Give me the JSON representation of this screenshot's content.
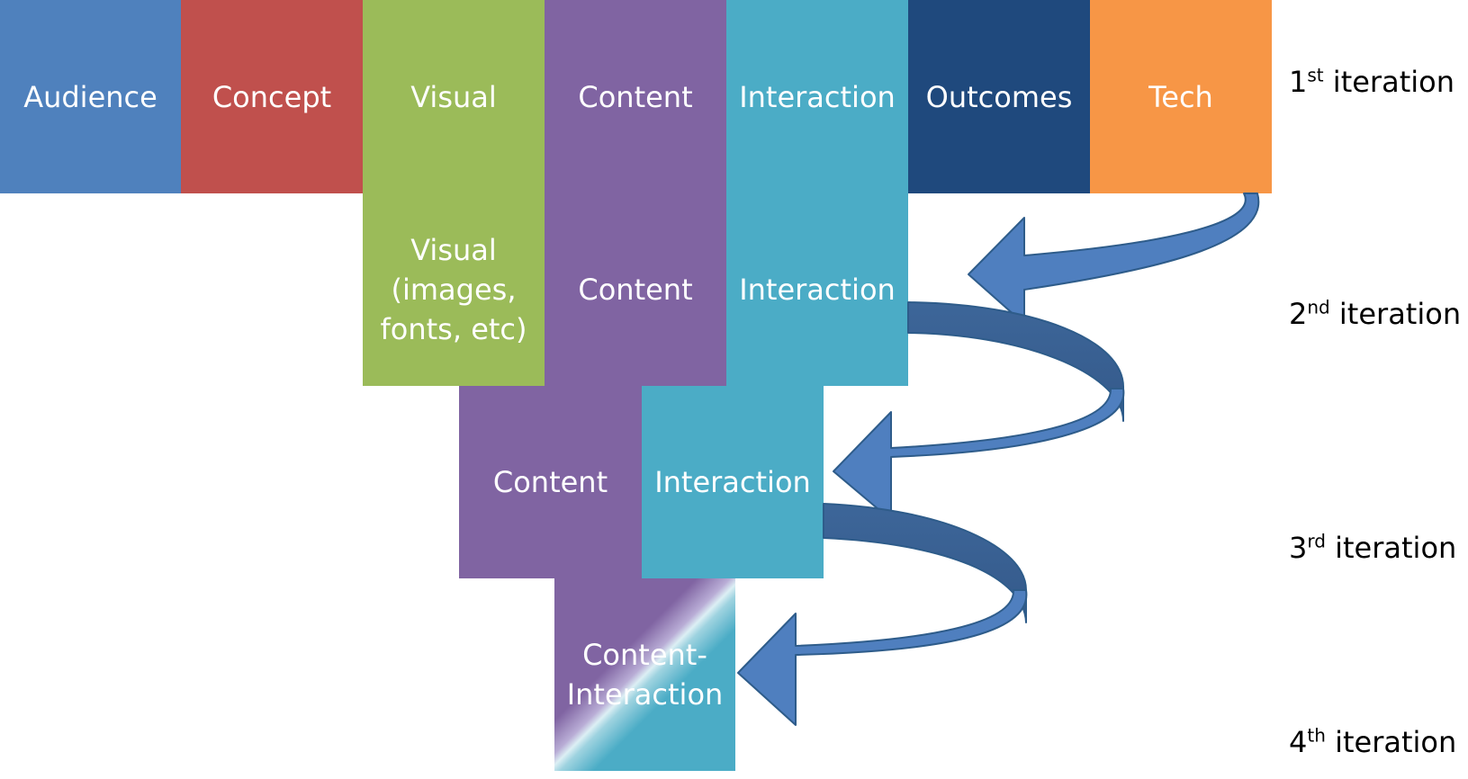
{
  "colors": {
    "audience": "#4F81BD",
    "concept": "#C0504D",
    "visual": "#9BBB59",
    "content": "#8064A2",
    "interaction": "#4BACC6",
    "outcomes": "#1F497D",
    "tech": "#F79646",
    "arrow": "#4F7FBF",
    "arrow_dark": "#3D6699",
    "arrow_stroke": "#2E5C8A"
  },
  "row1": {
    "audience": "Audience",
    "concept": "Concept",
    "visual": "Visual",
    "content": "Content",
    "interaction": "Interaction",
    "outcomes": "Outcomes",
    "tech": "Tech"
  },
  "row2": {
    "visual": "Visual\n(images,\nfonts, etc)",
    "content": "Content",
    "interaction": "Interaction"
  },
  "row3": {
    "content": "Content",
    "interaction": "Interaction"
  },
  "row4": {
    "content_interaction": "Content-\nInteraction"
  },
  "iterations": [
    {
      "number": "1",
      "suffix": "st",
      "label": "iteration"
    },
    {
      "number": "2",
      "suffix": "nd",
      "label": "iteration"
    },
    {
      "number": "3",
      "suffix": "rd",
      "label": "iteration"
    },
    {
      "number": "4",
      "suffix": "th",
      "label": "iteration"
    }
  ],
  "icons": {
    "arrows": "curved-arrow-icon"
  }
}
